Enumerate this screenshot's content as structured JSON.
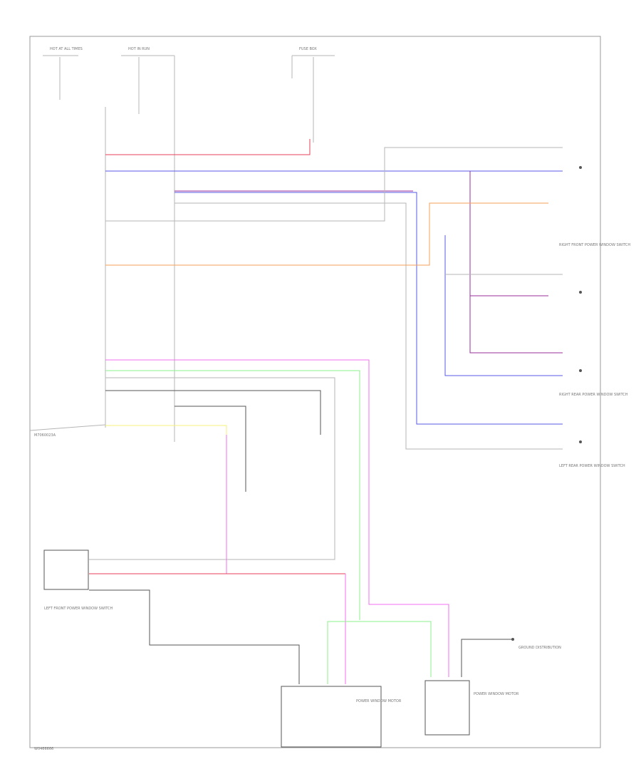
{
  "labels": {
    "fig_code": "W0466666",
    "connector_left": "M7060023A",
    "switch_left_front_caption": "LEFT FRONT POWER WINDOW SWITCH",
    "switch_right_front_caption": "RIGHT FRONT POWER WINDOW SWITCH",
    "switch_left_rear_caption": "LEFT REAR POWER WINDOW SWITCH",
    "switch_right_rear_caption": "RIGHT REAR POWER WINDOW SWITCH",
    "motor_left": "POWER WINDOW MOTOR",
    "motor_right": "POWER WINDOW MOTOR",
    "grounds_note": "GROUND DISTRIBUTION",
    "fuse_box": "FUSE BOX",
    "hot_at_all_times": "HOT AT ALL TIMES",
    "hot_in_run": "HOT IN RUN"
  },
  "wire_colors": {
    "red": "#e8405a",
    "blue": "#5a5ae6",
    "purple": "#9a2f9a",
    "orange": "#f5a05a",
    "pink": "#f070f0",
    "green": "#8ef08e",
    "yellow": "#f5f07a",
    "black": "#555555",
    "gray": "#b5b5b5"
  }
}
